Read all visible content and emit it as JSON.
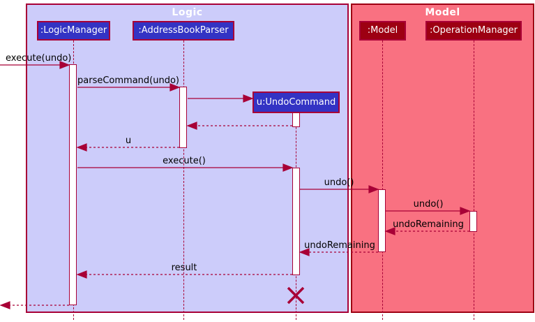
{
  "diagram": {
    "type": "uml-sequence-diagram",
    "frames": [
      {
        "title": "Logic",
        "fill": "#CCCCFA",
        "border": "#A80036"
      },
      {
        "title": "Model",
        "fill": "#F97181",
        "border": "#9D0012"
      }
    ],
    "participants": [
      {
        "label": ":LogicManager",
        "frame": "Logic",
        "fill": "#3333C4"
      },
      {
        "label": ":AddressBookParser",
        "frame": "Logic",
        "fill": "#3333C4"
      },
      {
        "label": "u:UndoCommand",
        "frame": "Logic",
        "fill": "#3333C4",
        "created_mid_sequence": true,
        "destroyed": true
      },
      {
        "label": ":Model",
        "frame": "Model",
        "fill": "#9D0012"
      },
      {
        "label": ":OperationManager",
        "frame": "Model",
        "fill": "#9D0012"
      }
    ],
    "messages": [
      {
        "label": "execute(undo)",
        "from": "external",
        "to": ":LogicManager",
        "kind": "solid"
      },
      {
        "label": "parseCommand(undo)",
        "from": ":LogicManager",
        "to": ":AddressBookParser",
        "kind": "solid"
      },
      {
        "label": "",
        "from": ":AddressBookParser",
        "to": "u:UndoCommand",
        "kind": "create"
      },
      {
        "label": "",
        "from": "u:UndoCommand",
        "to": ":AddressBookParser",
        "kind": "return"
      },
      {
        "label": "u",
        "from": ":AddressBookParser",
        "to": ":LogicManager",
        "kind": "return"
      },
      {
        "label": "execute()",
        "from": ":LogicManager",
        "to": "u:UndoCommand",
        "kind": "solid"
      },
      {
        "label": "undo()",
        "from": "u:UndoCommand",
        "to": ":Model",
        "kind": "solid"
      },
      {
        "label": "undo()",
        "from": ":Model",
        "to": ":OperationManager",
        "kind": "solid"
      },
      {
        "label": "undoRemaining",
        "from": ":OperationManager",
        "to": ":Model",
        "kind": "return"
      },
      {
        "label": "undoRemaining",
        "from": ":Model",
        "to": "u:UndoCommand",
        "kind": "return"
      },
      {
        "label": "result",
        "from": "u:UndoCommand",
        "to": ":LogicManager",
        "kind": "return"
      },
      {
        "label": "",
        "from": ":LogicManager",
        "to": "external",
        "kind": "return"
      }
    ],
    "destroy": {
      "participant": "u:UndoCommand"
    },
    "colors": {
      "arrow": "#A80036",
      "message_text": "#000000",
      "participant_text": "#FFFFFF",
      "activation_fill": "#FFFFFF"
    }
  }
}
